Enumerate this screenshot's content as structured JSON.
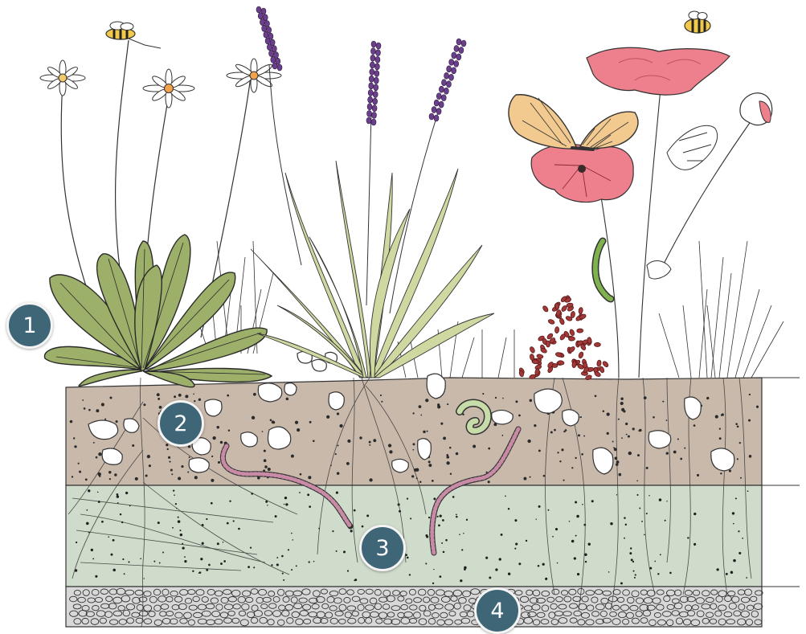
{
  "markers": [
    {
      "number": "1",
      "layer": "vegetation"
    },
    {
      "number": "2",
      "layer": "topsoil"
    },
    {
      "number": "3",
      "layer": "subsoil"
    },
    {
      "number": "4",
      "layer": "gravel-base"
    }
  ],
  "colors": {
    "marker_fill": "#3e6677",
    "topsoil": "#c8b9ab",
    "subsoil": "#cfdccb",
    "gravel": "#d8d8d8",
    "rosette_leaf": "#9db06a",
    "grass_leaf": "#cfd8a0",
    "poppy": "#ee7f8c",
    "sedum": "#a23838",
    "lavender": "#6b3f8c",
    "butterfly": "#f2c98e",
    "worm": "#c98aa6"
  },
  "icons": [
    "daisy-icon",
    "lavender-icon",
    "poppy-icon",
    "butterfly-icon",
    "bee-icon",
    "caterpillar-icon",
    "grub-icon",
    "earthworm-icon",
    "stone-icon"
  ]
}
